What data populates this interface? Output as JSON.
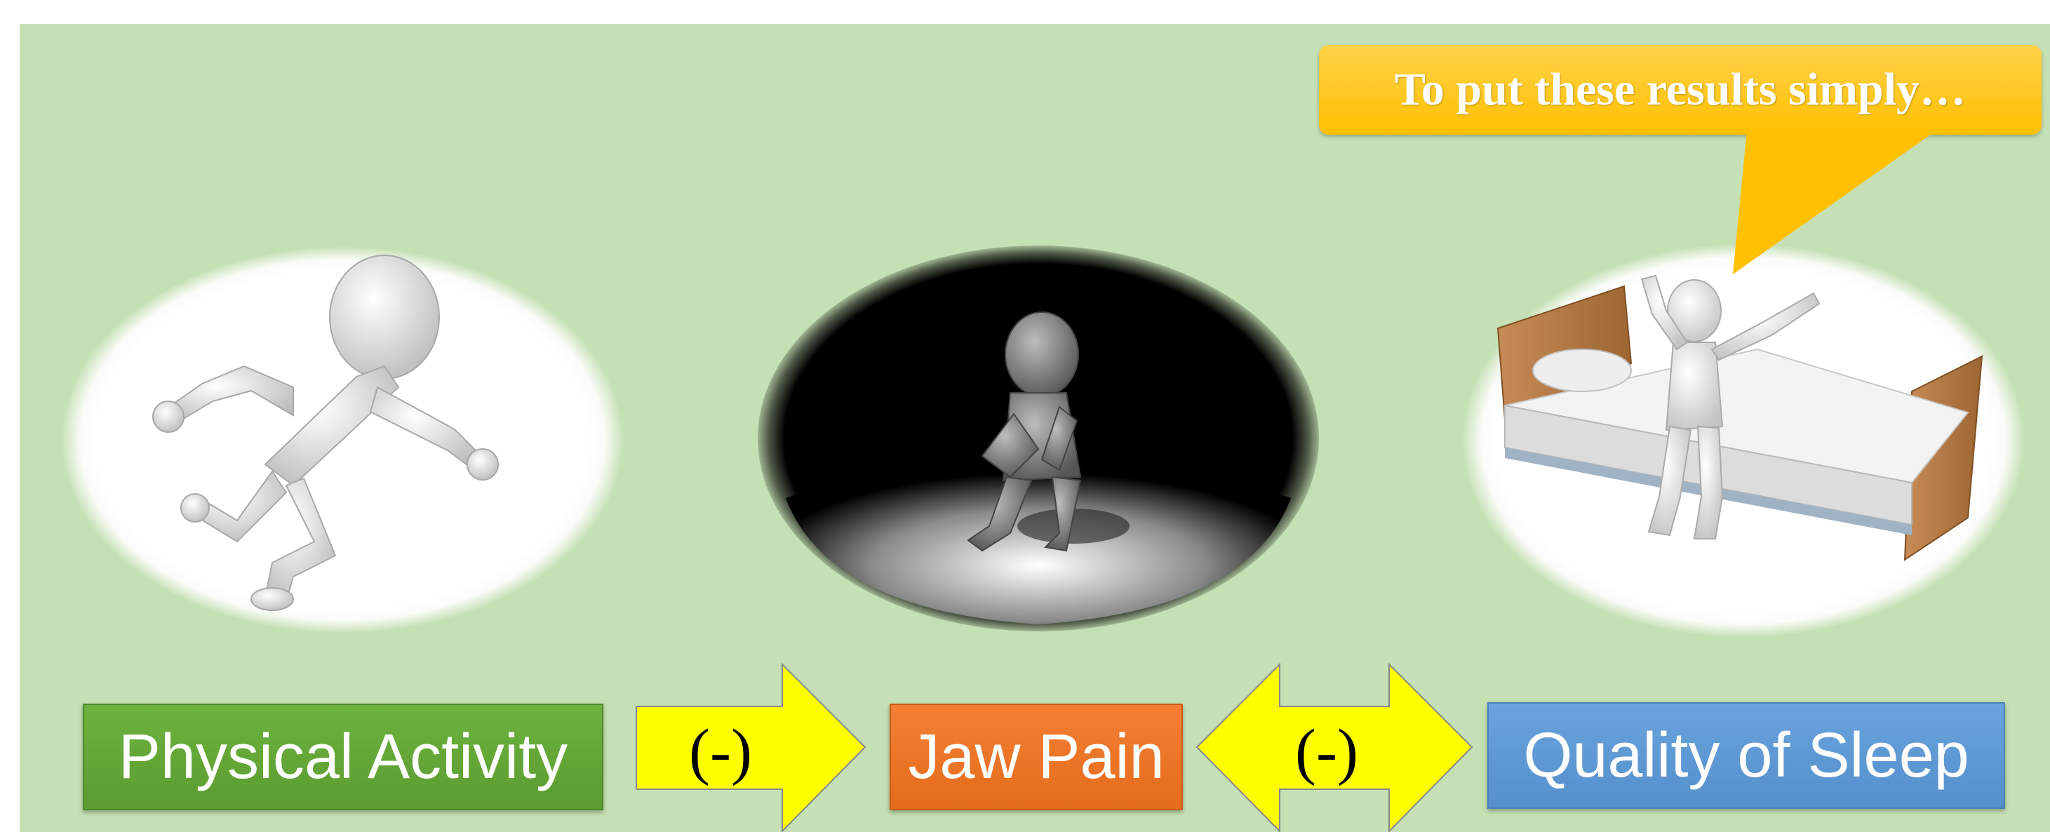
{
  "callout": {
    "text": "To put these results simply…"
  },
  "labels": {
    "activity": "Physical Activity",
    "pain": "Jaw Pain",
    "sleep": "Quality of Sleep"
  },
  "arrows": {
    "first_sign": "(-)",
    "second_sign": "(-)"
  },
  "colors": {
    "background": "#c5e0b4",
    "callout": "#ffc000",
    "activity": "#5fa136",
    "pain": "#ec7424",
    "sleep": "#5b9bd5",
    "arrow_fill": "#ffff00"
  },
  "figures": {
    "left": "running-figure-icon",
    "middle": "sad-figure-spotlight-icon",
    "right": "figure-waking-on-bed-icon"
  }
}
